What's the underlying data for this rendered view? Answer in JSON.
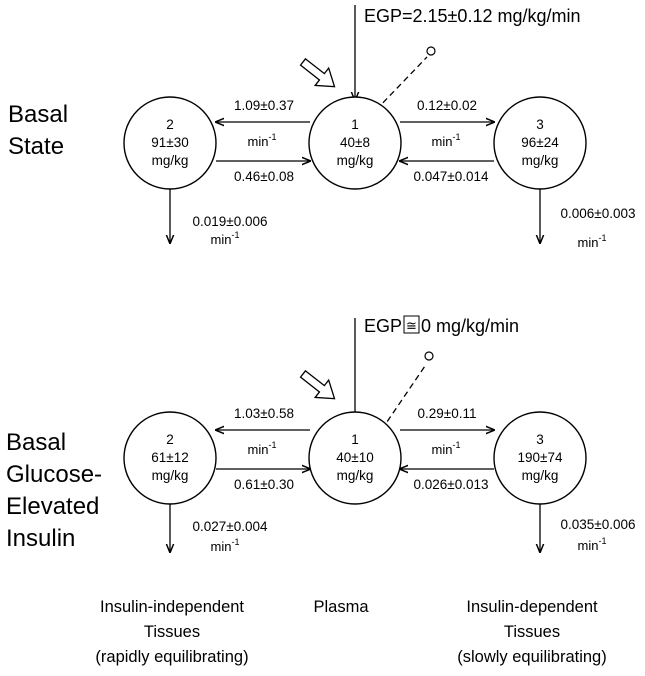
{
  "panels": [
    {
      "state_lines": [
        "Basal",
        "State"
      ],
      "egp": "EGP=2.15±0.12 mg/kg/min",
      "compartments": [
        {
          "id": "2",
          "value": "91±30",
          "unit": "mg/kg"
        },
        {
          "id": "1",
          "value": "40±8",
          "unit": "mg/kg"
        },
        {
          "id": "3",
          "value": "96±24",
          "unit": "mg/kg"
        }
      ],
      "k12": "1.09±0.37",
      "k21": "0.46±0.08",
      "k31": "0.12±0.02",
      "k13": "0.047±0.014",
      "k02": "0.019±0.006",
      "k03": "0.006±0.003",
      "rate_unit_base": "min",
      "rate_unit_exp": "-1"
    },
    {
      "state_lines": [
        "Basal",
        "Glucose-",
        "Elevated",
        "Insulin"
      ],
      "egp_prefix": "EGP",
      "egp_symbol": "≅",
      "egp_suffix": "0 mg/kg/min",
      "compartments": [
        {
          "id": "2",
          "value": "61±12",
          "unit": "mg/kg"
        },
        {
          "id": "1",
          "value": "40±10",
          "unit": "mg/kg"
        },
        {
          "id": "3",
          "value": "190±74",
          "unit": "mg/kg"
        }
      ],
      "k12": "1.03±0.58",
      "k21": "0.61±0.30",
      "k31": "0.29±0.11",
      "k13": "0.026±0.013",
      "k02": "0.027±0.004",
      "k03": "0.035±0.006",
      "rate_unit_base": "min",
      "rate_unit_exp": "-1"
    }
  ],
  "footer": {
    "left": [
      "Insulin-independent",
      "Tissues",
      "(rapidly equilibrating)"
    ],
    "center": [
      "Plasma"
    ],
    "right": [
      "Insulin-dependent",
      "Tissues",
      "(slowly equilibrating)"
    ]
  }
}
